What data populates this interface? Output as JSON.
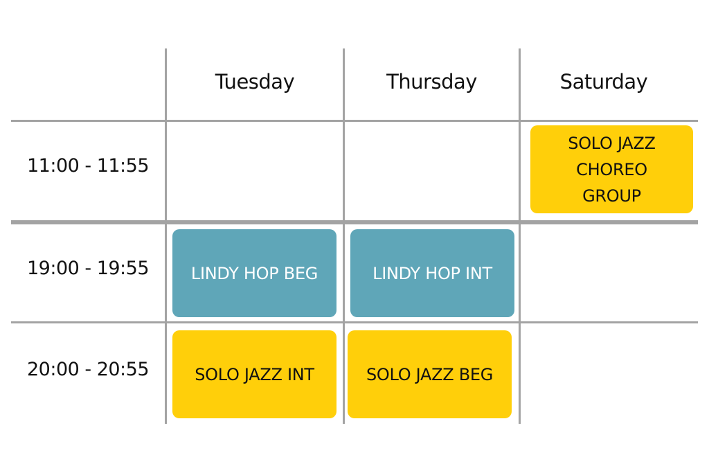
{
  "days": [
    "Tuesday",
    "Thursday",
    "Saturday"
  ],
  "times": [
    "11:00 - 11:55",
    "19:00 - 19:55",
    "20:00 - 20:55"
  ],
  "classes": [
    {
      "day": "Saturday",
      "time": "11:00 - 11:55",
      "label": "SOLO JAZZ CHOREO GROUP",
      "lines": [
        "SOLO JAZZ",
        "CHOREO",
        "GROUP"
      ],
      "color": "#ffcf0a"
    },
    {
      "day": "Tuesday",
      "time": "19:00 - 19:55",
      "label": "LINDY HOP BEG",
      "color": "#5fa6b8"
    },
    {
      "day": "Thursday",
      "time": "19:00 - 19:55",
      "label": "LINDY HOP INT",
      "color": "#5fa6b8"
    },
    {
      "day": "Tuesday",
      "time": "20:00 - 20:55",
      "label": "SOLO JAZZ INT",
      "color": "#ffcf0a"
    },
    {
      "day": "Thursday",
      "time": "20:00 - 20:55",
      "label": "SOLO JAZZ BEG",
      "color": "#ffcf0a"
    }
  ],
  "colors": {
    "grid": "#a3a3a3",
    "blue": "#5fa6b8",
    "yellow": "#ffcf0a"
  }
}
